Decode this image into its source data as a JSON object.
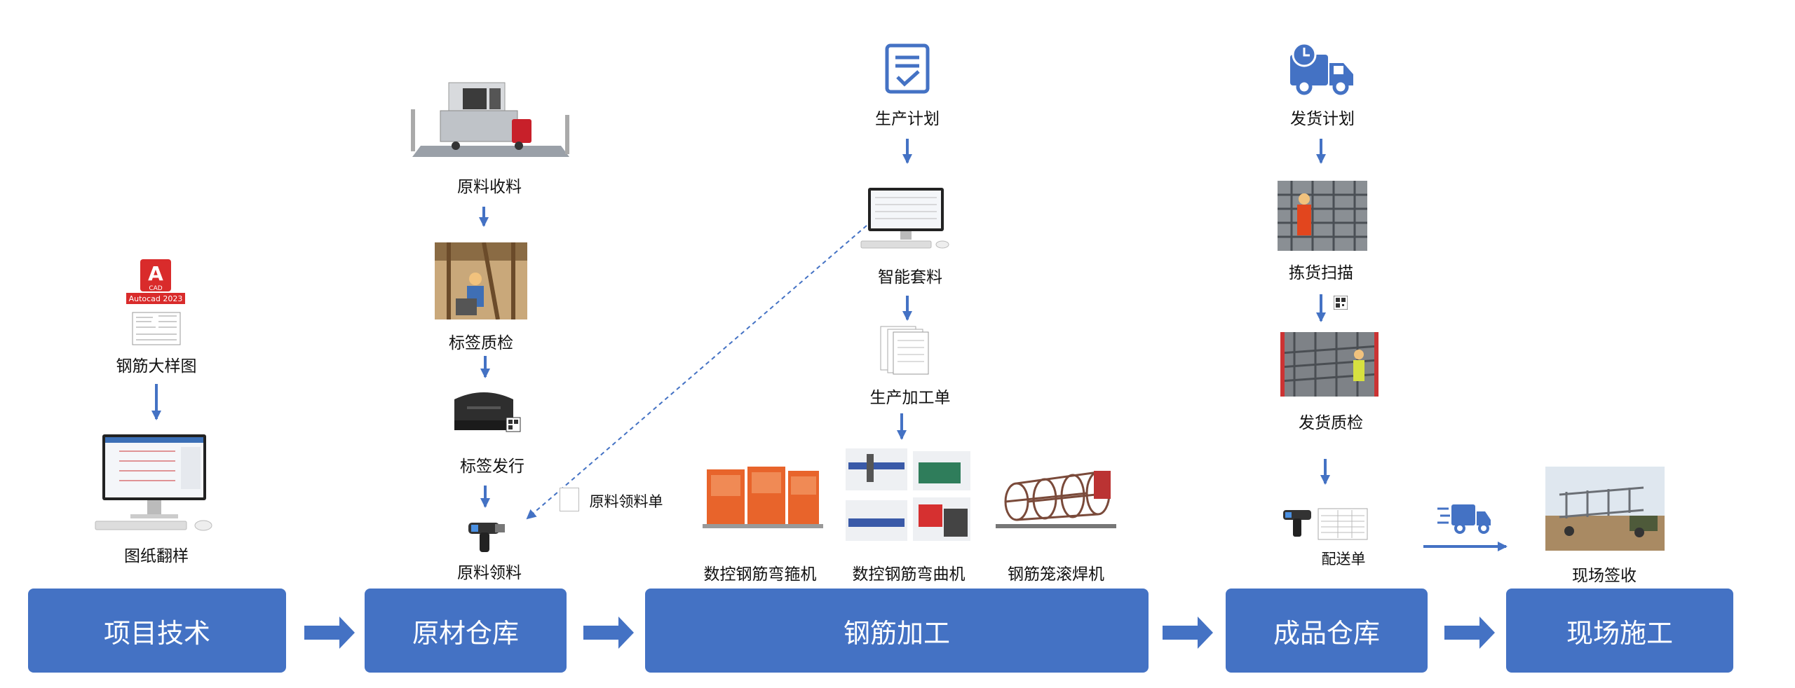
{
  "stages": [
    {
      "id": "tech",
      "label": "项目技术"
    },
    {
      "id": "raw",
      "label": "原材仓库"
    },
    {
      "id": "proc",
      "label": "钢筋加工"
    },
    {
      "id": "fin",
      "label": "成品仓库"
    },
    {
      "id": "site",
      "label": "现场施工"
    }
  ],
  "tech": {
    "cad_icon_text": "CAD",
    "cad_version": "Autocad 2023",
    "drawing": "钢筋大样图",
    "review": "图纸翻样"
  },
  "raw": {
    "receive": "原料收料",
    "label_qc": "标签质检",
    "label_issue": "标签发行",
    "pick": "原料领料",
    "pick_sheet": "原料领料单"
  },
  "proc": {
    "plan": "生产计划",
    "nesting": "智能套料",
    "order": "生产加工单",
    "machine1": "数控钢筋弯箍机",
    "machine2": "数控钢筋弯曲机",
    "machine3": "钢筋笼滚焊机"
  },
  "fin": {
    "plan": "发货计划",
    "scan": "拣货扫描",
    "qc": "发货质检",
    "delivery": "配送单"
  },
  "site": {
    "receipt": "现场签收"
  },
  "colors": {
    "accent": "#4472c4",
    "arrow": "#4472c4"
  }
}
